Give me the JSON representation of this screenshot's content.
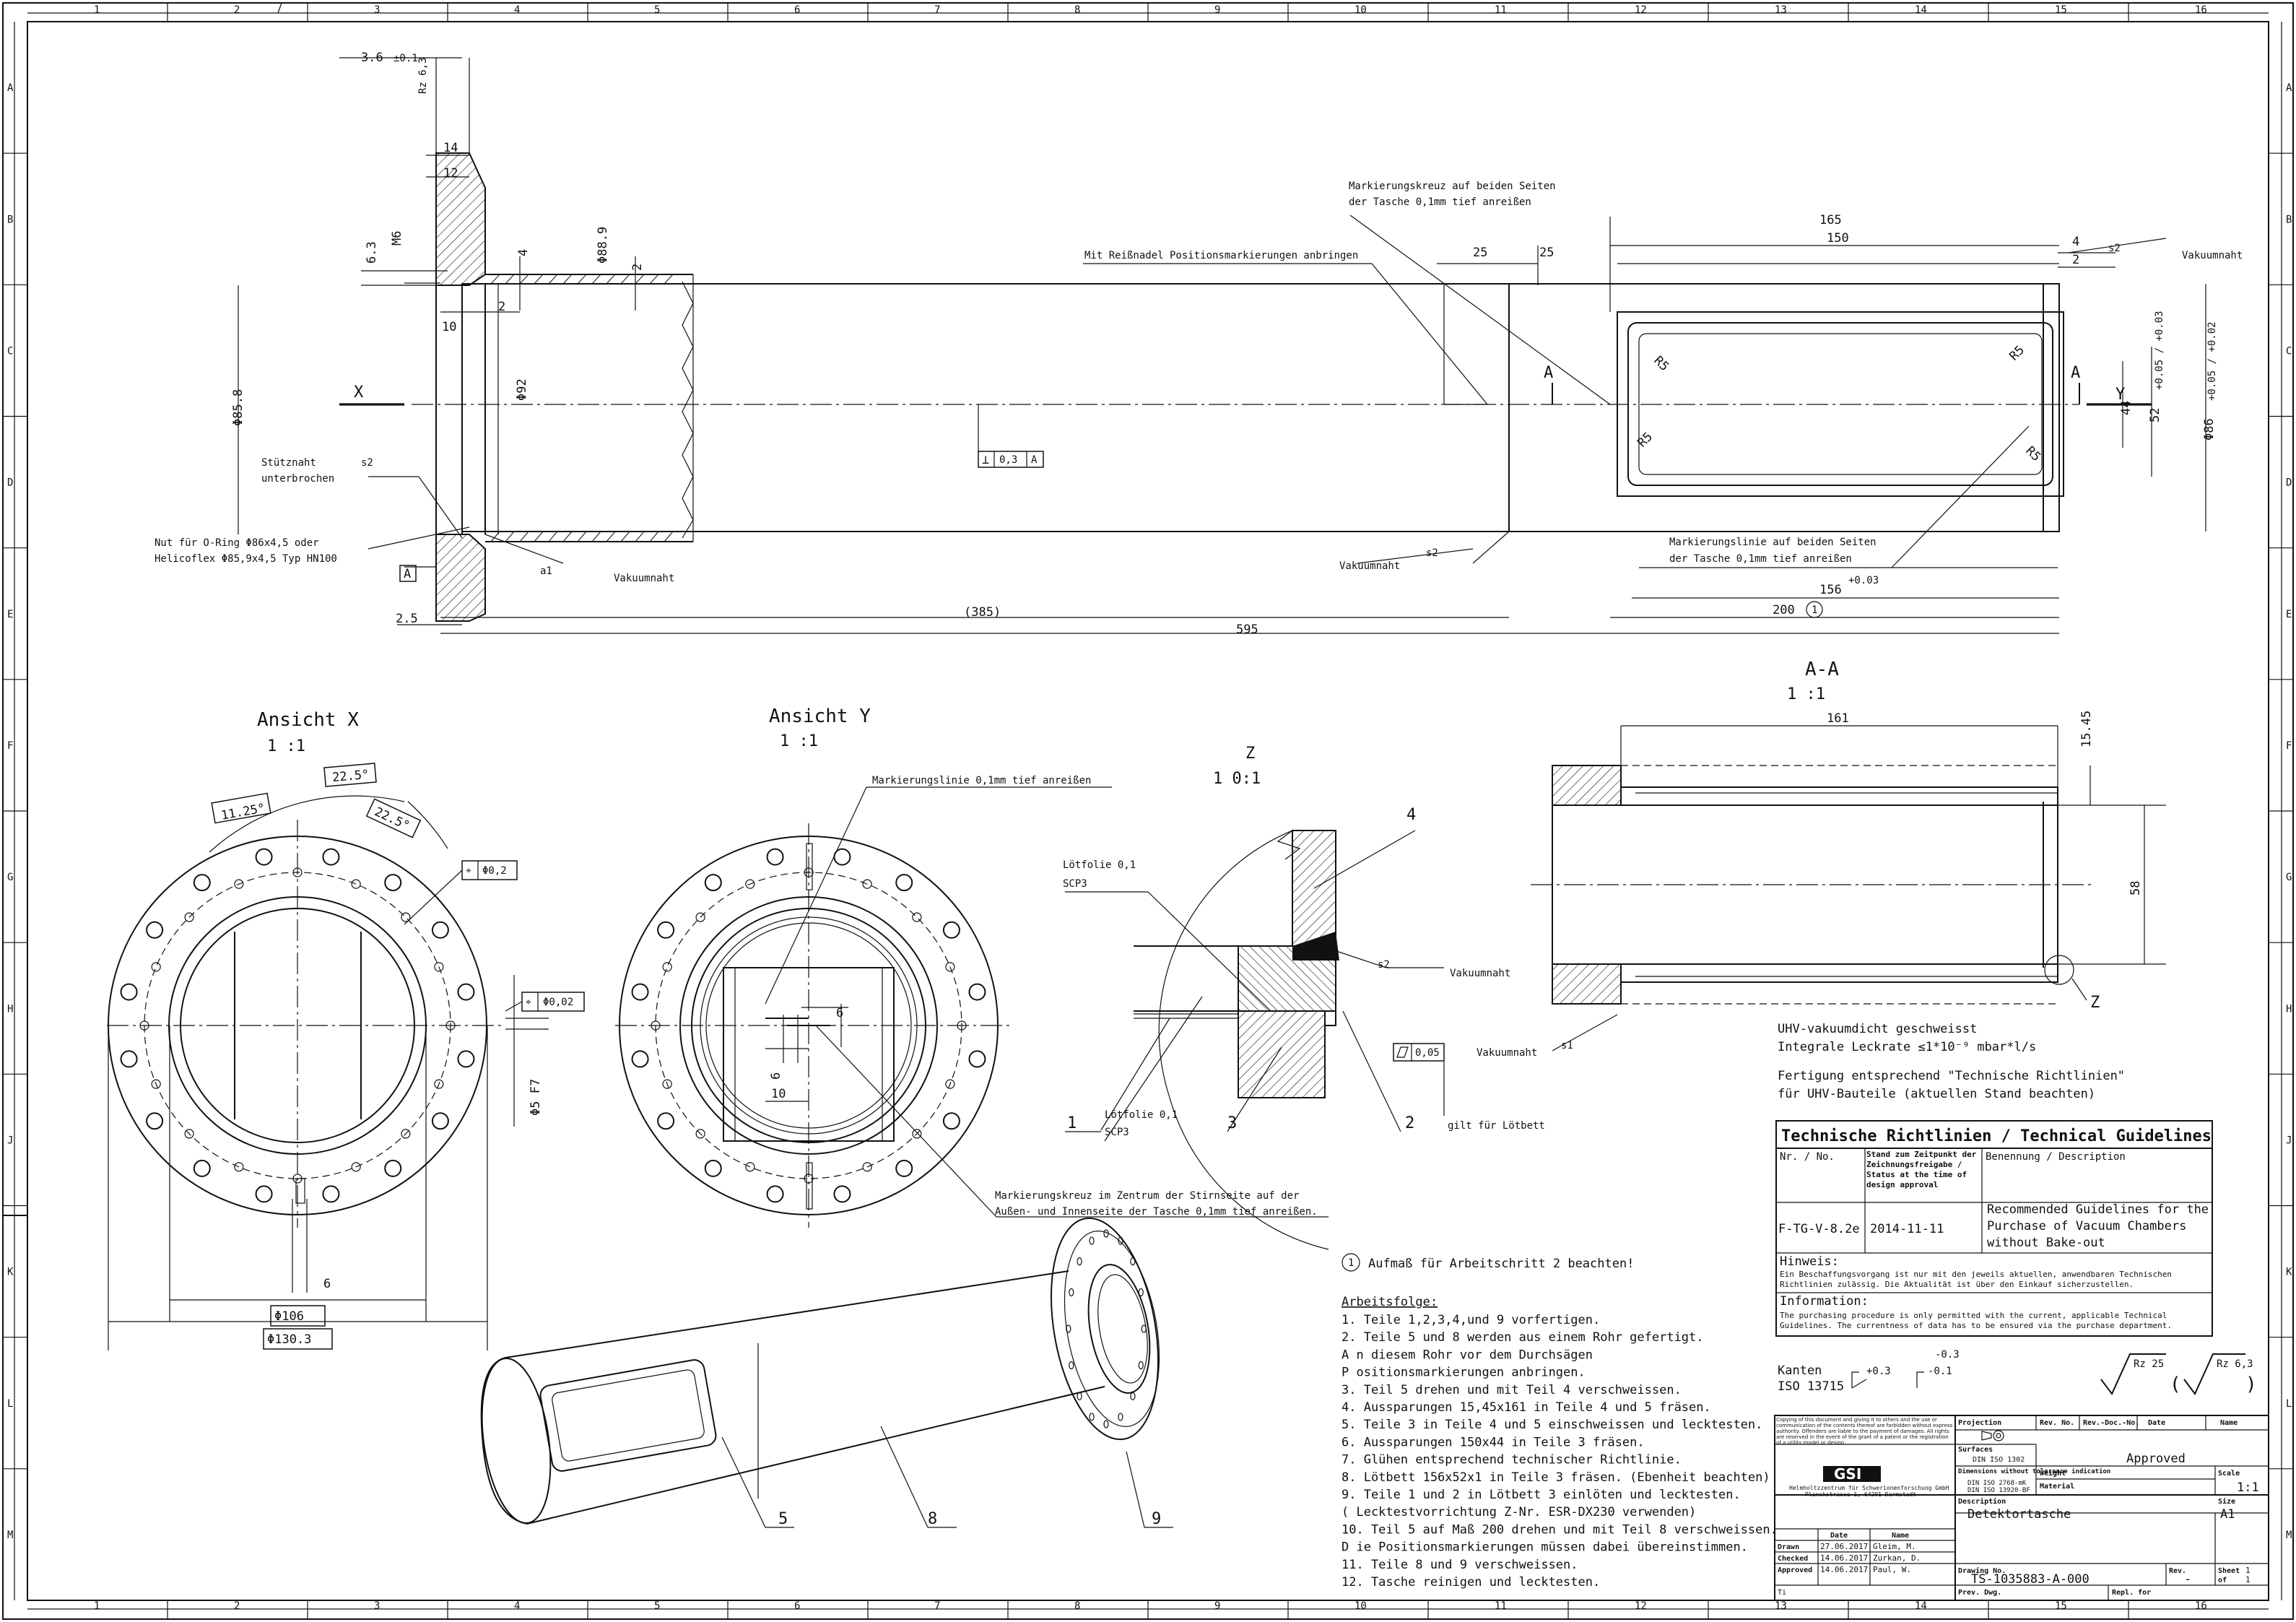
{
  "frame": {
    "columns": [
      "1",
      "2",
      "3",
      "4",
      "5",
      "6",
      "7",
      "8",
      "9",
      "10",
      "11",
      "12",
      "13",
      "14",
      "15",
      "16"
    ],
    "rows": [
      "A",
      "B",
      "C",
      "D",
      "E",
      "F",
      "G",
      "H",
      "J",
      "K",
      "L",
      "M"
    ]
  },
  "main_view": {
    "dims": {
      "d36": "3.6",
      "d36_tol": "±0.1",
      "rz63": "Rz 6,3",
      "d14": "14",
      "d12": "12",
      "m6": "M6",
      "d63": "6.3",
      "d4": "4",
      "phi889": "Φ88.9",
      "d2a": "2",
      "d10": "10",
      "d2b": "2",
      "phi858": "Φ85.8",
      "phi92": "Φ92",
      "d25a": "25",
      "d25b": "25",
      "d165": "165",
      "d150": "150",
      "d4r": "4",
      "d2r": "2",
      "r5a": "R5",
      "r5b": "R5",
      "r5c": "R5",
      "r5d": "R5",
      "d44": "44",
      "d52": "52",
      "d52_tol": "+0.05 / +0.03",
      "phi86": "Φ86",
      "phi86_tol": "+0.05 / +0.02",
      "d156": "156",
      "d156_tol": "+0.03",
      "d200": "200",
      "circle1": "1",
      "d385": "(385)",
      "d595": "595",
      "d25s": "2.5",
      "perp": "⊥",
      "perp_val": "0,3",
      "perp_ref": "A",
      "datum_a": "A",
      "section_a1": "A",
      "section_a2": "A"
    },
    "labels": {
      "x": "X",
      "y": "Y",
      "stuetznaht": "Stütznaht",
      "unterbrochen": "unterbrochen",
      "s2": "s2",
      "s2b": "s2",
      "s2c": "s2",
      "a1": "a1",
      "vakuumnaht1": "Vakuumnaht",
      "vakuumnaht2": "Vakuumnaht",
      "vakuumnaht3": "Vakuumnaht",
      "nut1": "Nut für O-Ring  Φ86x4,5 oder",
      "nut2": "Helicoflex  Φ85,9x4,5 Typ HN100",
      "reissnadel": "Mit Reißnadel Positionsmarkierungen anbringen",
      "markkreuz1": "Markierungskreuz auf beiden Seiten",
      "markkreuz2": "der Tasche 0,1mm tief anreißen",
      "marklinie1": "Markierungslinie auf beiden Seiten",
      "marklinie2": "der Tasche 0,1mm tief anreißen"
    }
  },
  "view_x": {
    "title": "Ansicht X",
    "scale": "1 :1",
    "ang1": "11.25°",
    "ang2": "22.5°",
    "ang3": "22.5°",
    "pos1": "Φ0,2",
    "pos2": "Φ0,02",
    "d5": "Φ5 F7",
    "d6": "6",
    "phi106": "Φ106",
    "phi1303": "Φ130.3"
  },
  "view_y": {
    "title": "Ansicht Y",
    "scale": "1 :1",
    "marklinie": "Markierungslinie 0,1mm tief anreißen",
    "d6a": "6",
    "d6b": "6",
    "d10": "10",
    "markkreuz1": "Markierungskreuz im Zentrum der Stirnseite auf der",
    "markkreuz2": "Außen- und Innenseite der Tasche 0,1mm tief anreißen."
  },
  "detail_z": {
    "title": "Z",
    "scale": "1 0:1",
    "loetfolie1": "Lötfolie 0,1",
    "scp3a": "SCP3",
    "loetfolie2": "Lötfolie 0,1",
    "scp3b": "SCP3",
    "s2": "s2",
    "vakuumnaht": "Vakuumnaht",
    "vakuumnaht2": "Vakuumnaht",
    "s1": "s1",
    "flat": "0,05",
    "gilt": "gilt für Lötbett",
    "n1": "1",
    "n2": "2",
    "n3": "3",
    "n4": "4"
  },
  "section_aa": {
    "title": "A-A",
    "scale": "1 :1",
    "d161": "161",
    "d1545": "15.45",
    "d58": "58",
    "z": "Z"
  },
  "notes": {
    "uhv1": "UHV-vakuumdicht geschweisst",
    "uhv2": "Integrale Leckrate  ≤1*10⁻⁹ mbar*l/s",
    "fert1": "Fertigung entsprechend \"Technische Richtlinien\"",
    "fert2": "für UHV-Bauteile (aktuellen Stand beachten)",
    "aufmass": "Aufmaß für Arbeitschritt 2 beachten!",
    "aufmass_num": "1",
    "arbeitsfolge_title": "Arbeitsfolge:",
    "steps": [
      "1. Teile 1,2,3,4,und 9 vorfertigen.",
      "2. Teile 5 und 8 werden aus einem Rohr gefertigt.",
      "A   n diesem Rohr  vor dem Durchsägen",
      "P   ositionsmarkierungen anbringen.",
      "3. Teil 5 drehen und mit Teil 4 verschweissen.",
      "4. Aussparungen 15,45x161 in Teile 4 und 5 fräsen.",
      "5. Teile 3 in Teile 4 und 5 einschweissen und lecktesten.",
      "6. Aussparungen 150x44 in Teile 3 fräsen.",
      "7. Glühen entsprechend technischer Richtlinie.",
      "8. Lötbett 156x52x1 in Teile 3 fräsen. (Ebenheit beachten)",
      "9. Teile 1 und 2 in Lötbett 3 einlöten und lecktesten.",
      "(   Lecktestvorrichtung Z-Nr. ESR-DX230 verwenden)",
      "10. Teil 5 auf Maß 200 drehen und mit Teil 8 verschweissen.",
      "D   ie Positionsmarkierungen müssen dabei übereinstimmen.",
      "11. Teile 8 und 9 verschweissen.",
      "12. Tasche reinigen und lecktesten."
    ],
    "iso_pos": "+0.3",
    "iso_neg": "-0.3",
    "iso_neg2": "-0.1",
    "kanten": "Kanten",
    "iso": "ISO 13715",
    "rz25": "Rz 25",
    "rz63": "Rz 6,3"
  },
  "iso_parts": {
    "p5": "5",
    "p8": "8",
    "p9": "9"
  },
  "guidelines": {
    "title": "Technische Richtlinien / Technical Guidelines",
    "col1": "Nr. / No.",
    "col2": "Stand zum Zeitpunkt der Zeichnungsfreigabe / Status at the time of design approval",
    "col3": "Benennung / Description",
    "no": "F-TG-V-8.2e",
    "date": "2014-11-11",
    "desc1": "Recommended Guidelines for the",
    "desc2": "Purchase of Vacuum Chambers",
    "desc3": "without Bake-out",
    "hinweis": "Hinweis:",
    "hinweis_text1": "Ein Beschaffungsvorgang ist nur mit den jeweils aktuellen, anwendbaren Technischen",
    "hinweis_text2": "Richtlinien zulässig. Die Aktualität ist über den Einkauf sicherzustellen.",
    "info": "Information:",
    "info_text1": "The purchasing procedure is only permitted with the current, applicable Technical",
    "info_text2": "Guidelines. The currentness of data has to be ensured via the purchase department."
  },
  "title_block": {
    "copyright": "Copying of this document and giving it to others and the use or communication of the contents thereof are forbidden without express authority. Offenders are liable to the payment of damages. All rights are reserved in the event of the grant of a patent or the registration of a utility model or design.",
    "projection": "Projection",
    "rev_no": "Rev. No.",
    "rev_doc": "Rev.-Doc.-No.",
    "date": "Date",
    "name": "Name",
    "surfaces": "Surfaces",
    "surfaces_std": "DIN ISO 1302",
    "approved": "Approved",
    "dims_without": "Dimensions without tolerance indication",
    "dims_std1": "DIN ISO 2768-mK",
    "dims_std2": "DIN ISO 13920-BF",
    "weight": "Weight",
    "material": "Material",
    "scale": "Scale",
    "scale_val": "1:1",
    "logo": "GSI",
    "company1": "Helmholtzzentrum für Schwerionenforschung GmbH",
    "company2": "Planckstrasse 1, 64291 Darmstadt",
    "description": "Description",
    "desc_val": "Detektortasche",
    "size": "Size",
    "size_val": "A1",
    "hdr_date": "Date",
    "hdr_name": "Name",
    "drawn": "Drawn",
    "drawn_date": "27.06.2017",
    "drawn_name": "Gleim, M.",
    "checked": "Checked",
    "checked_date": "14.06.2017",
    "checked_name": "Zurkan, D.",
    "approved_lbl": "Approved",
    "approved_date": "14.06.2017",
    "approved_name": "Paul, W.",
    "drawing_no": "Drawing No.",
    "drawing_val": "TS-1035883-A-000",
    "rev": "Rev.",
    "rev_val": "-",
    "sheet": "Sheet",
    "sheet_val": "1",
    "of": "of",
    "of_val": "1",
    "prev_dwg": "Prev. Dwg.",
    "repl_for": "Repl. for",
    "ti": "Ti"
  }
}
